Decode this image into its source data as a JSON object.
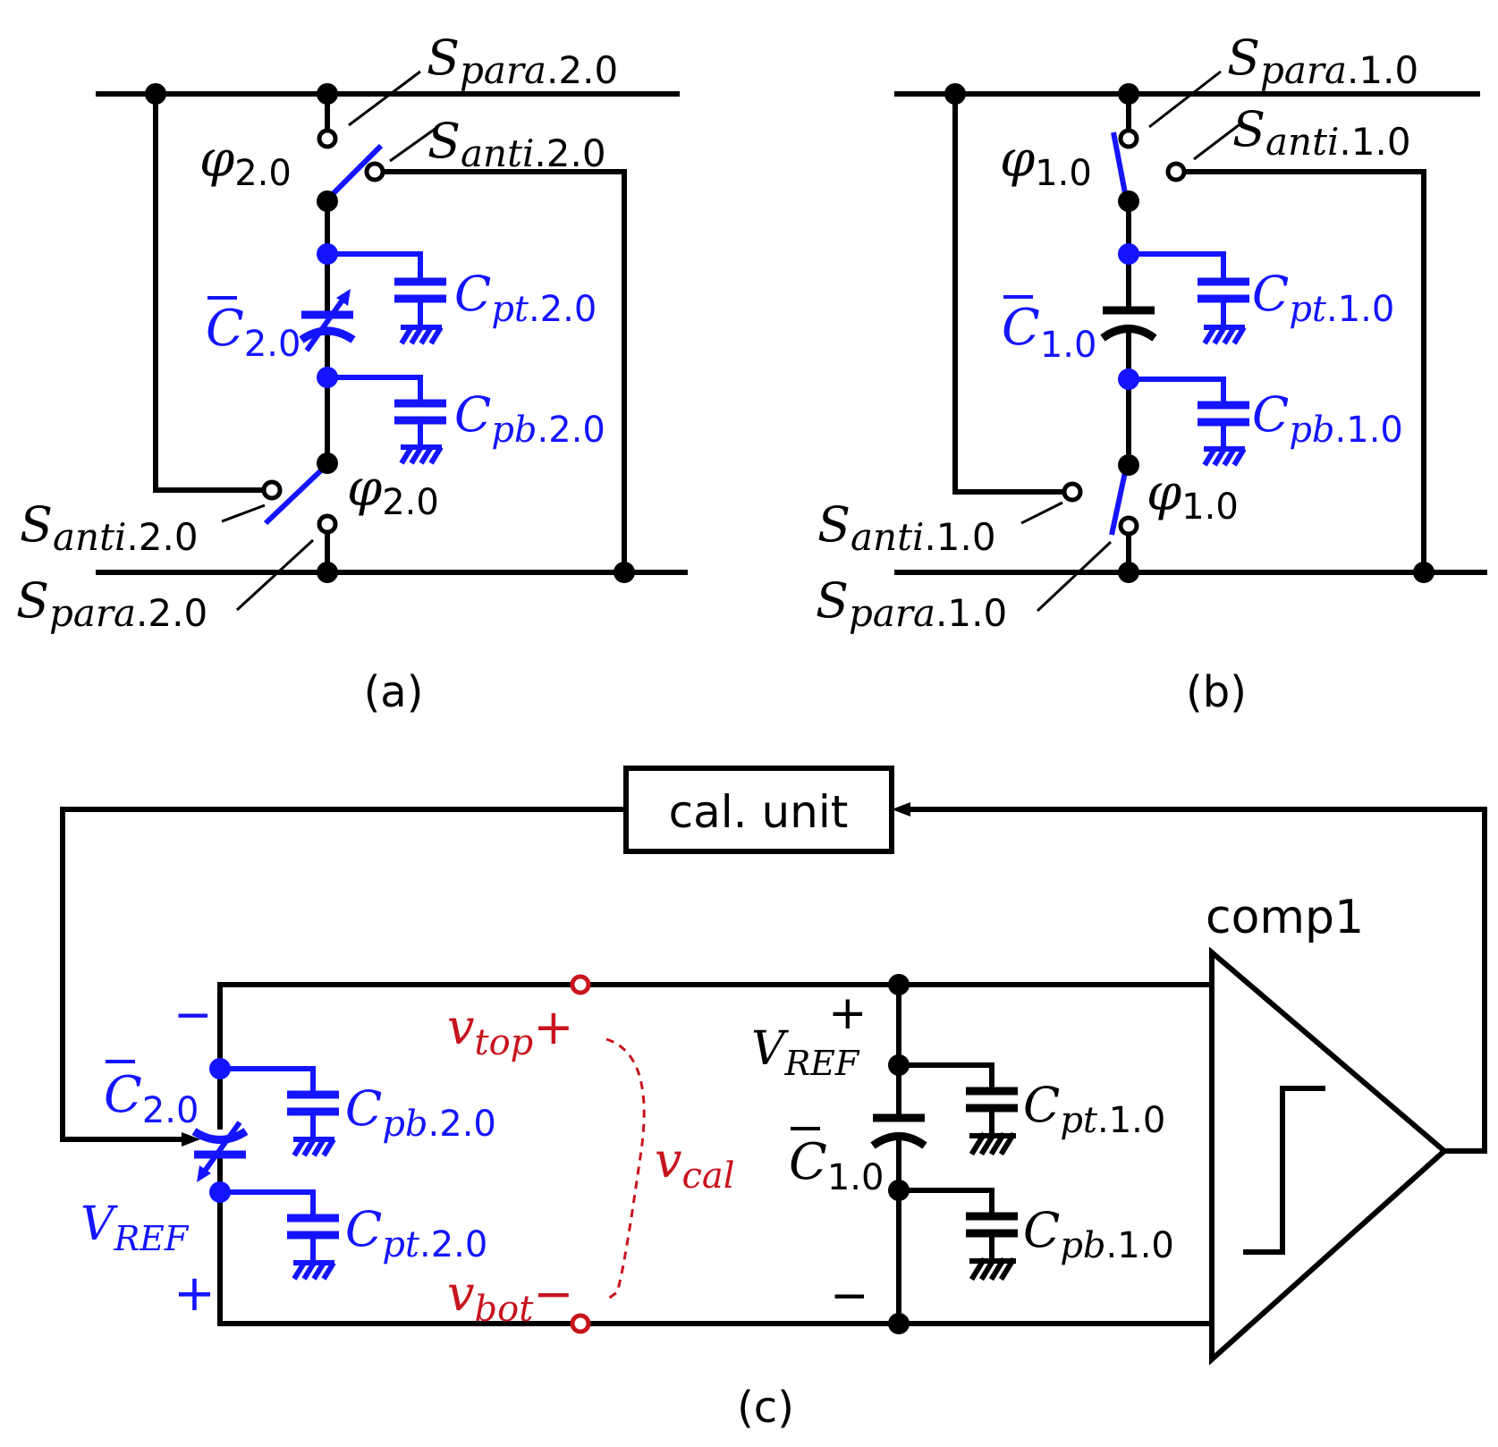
{
  "colors": {
    "black": "#000000",
    "blue": "#1414ff",
    "red": "#c8141e"
  },
  "panel_a": {
    "caption": "(a)",
    "s_para_top": {
      "main": "S",
      "sub": "para",
      "idx": ".2.0"
    },
    "s_anti_top": {
      "main": "S",
      "sub": "anti",
      "idx": ".2.0"
    },
    "phi_top": {
      "main": "φ",
      "idx": "2.0"
    },
    "cap_main": {
      "main": "C",
      "idx": "2.0"
    },
    "cpt": {
      "main": "C",
      "sub": "pt",
      "idx": ".2.0"
    },
    "cpb": {
      "main": "C",
      "sub": "pb",
      "idx": ".2.0"
    },
    "s_anti_bot": {
      "main": "S",
      "sub": "anti",
      "idx": ".2.0"
    },
    "phi_bot": {
      "main": "φ",
      "idx": "2.0"
    },
    "s_para_bot": {
      "main": "S",
      "sub": "para",
      "idx": ".2.0"
    }
  },
  "panel_b": {
    "caption": "(b)",
    "s_para_top": {
      "main": "S",
      "sub": "para",
      "idx": ".1.0"
    },
    "s_anti_top": {
      "main": "S",
      "sub": "anti",
      "idx": ".1.0"
    },
    "phi_top": {
      "main": "φ",
      "idx": "1.0"
    },
    "cap_main": {
      "main": "C",
      "idx": "1.0"
    },
    "cpt": {
      "main": "C",
      "sub": "pt",
      "idx": ".1.0"
    },
    "cpb": {
      "main": "C",
      "sub": "pb",
      "idx": ".1.0"
    },
    "s_anti_bot": {
      "main": "S",
      "sub": "anti",
      "idx": ".1.0"
    },
    "phi_bot": {
      "main": "φ",
      "idx": "1.0"
    },
    "s_para_bot": {
      "main": "S",
      "sub": "para",
      "idx": ".1.0"
    }
  },
  "panel_c": {
    "caption": "(c)",
    "cal_unit": "cal. unit",
    "comp": "comp1",
    "left_minus": "−",
    "left_plus": "+",
    "c20": {
      "main": "C",
      "idx": "2.0"
    },
    "cpb20": {
      "main": "C",
      "sub": "pb",
      "idx": ".2.0"
    },
    "cpt20": {
      "main": "C",
      "sub": "pt",
      "idx": ".2.0"
    },
    "vref_left": {
      "main": "V",
      "sub": "REF"
    },
    "vtop": {
      "main": "v",
      "sub": "top",
      "sign": "+"
    },
    "vbot": {
      "main": "v",
      "sub": "bot",
      "sign": "−"
    },
    "vcal": {
      "main": "v",
      "sub": "cal"
    },
    "right_plus": "+",
    "right_minus": "−",
    "vref_right": {
      "main": "V",
      "sub": "REF"
    },
    "c10": {
      "main": "C",
      "idx": "1.0"
    },
    "cpt10": {
      "main": "C",
      "sub": "pt",
      "idx": ".1.0"
    },
    "cpb10": {
      "main": "C",
      "sub": "pb",
      "idx": ".1.0"
    }
  }
}
